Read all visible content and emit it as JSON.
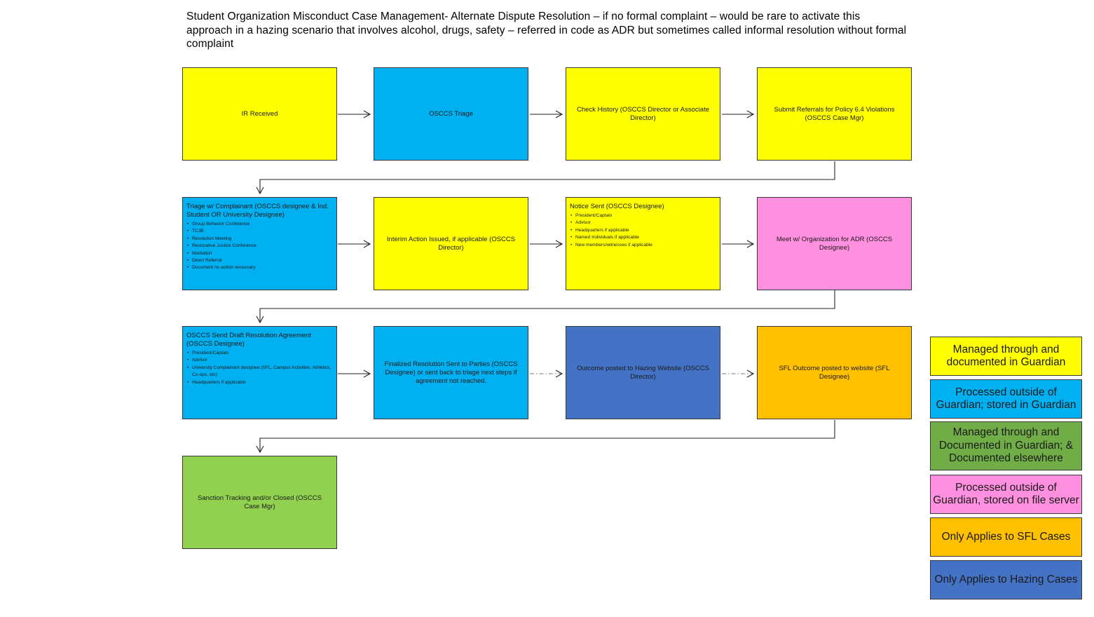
{
  "title": "Student Organization Misconduct Case Management-  Alternate Dispute Resolution  – if no formal  complaint  – would  be rare to activate this approach  in  a hazing scenario that involves  alcohol, drugs, safety  – referred  in code as ADR but sometimes called informal resolution without formal  complaint",
  "colors": {
    "yellow": "#ffff00",
    "cyan": "#00b0f0",
    "pink": "#ff8fdf",
    "dark_blue": "#4472c4",
    "orange": "#ffc000",
    "green": "#92d050",
    "legend_green": "#70ad47"
  },
  "row1": {
    "ir_received": "IR Received",
    "osccs_triage": "OSCCS Triage",
    "check_history": "Check History (OSCCS Director or Associate Director)",
    "submit_referrals": "Submit Referrals  for Policy 6.4 Violations (OSCCS Case Mgr)"
  },
  "row2": {
    "triage_title": "Triage  w/ Complainant (OSCCS designee & Ind. Student OR University Designee)",
    "triage_items": [
      "Group Behavior Conference",
      "TCJB",
      "Resolution Meeting",
      "Restorative Justice Conference",
      "Mediation",
      "Direct Referral",
      "Document no action necessary"
    ],
    "interim_action": "Interim  Action  Issued, if applicable (OSCCS Director)",
    "notice_title": "Notice Sent (OSCCS Designee)",
    "notice_items": [
      "President/Captain",
      "Advisor",
      "Headquarters if applicable",
      "Named Individuals if applicable",
      "New members/witnesses if applicable"
    ],
    "meet_org": "Meet  w/ Organization for ADR (OSCCS Designee)"
  },
  "row3": {
    "draft_title": "OSCCS Send  Draft Resolution Agreement (OSCCS Designee)",
    "draft_items": [
      "President/Captain",
      "Advisor",
      "University Complainant designee (SFL, Campus Activities, Athletics, Co-ops, etc)",
      "Headquarters if applicable"
    ],
    "finalized": "Finalized  Resolution Sent to Parties  (OSCCS Designee)  or sent back to triage  next steps if agreement   not reached.",
    "outcome_hazing": "Outcome posted to Hazing Website  (OSCCS Director)",
    "sfl_outcome": "SFL Outcome posted to website (SFL Designee)"
  },
  "row4": {
    "sanction": "Sanction Tracking and/or Closed (OSCCS Case Mgr)"
  },
  "legend": [
    "Managed through  and documented in Guardian",
    "Processed outside of Guardian;  stored in Guardian",
    "Managed through  and Documented in Guardian;  & Documented elsewhere",
    "Processed outside of Guardian, stored on file server",
    "Only Applies to SFL Cases",
    "Only Applies to Hazing Cases"
  ]
}
